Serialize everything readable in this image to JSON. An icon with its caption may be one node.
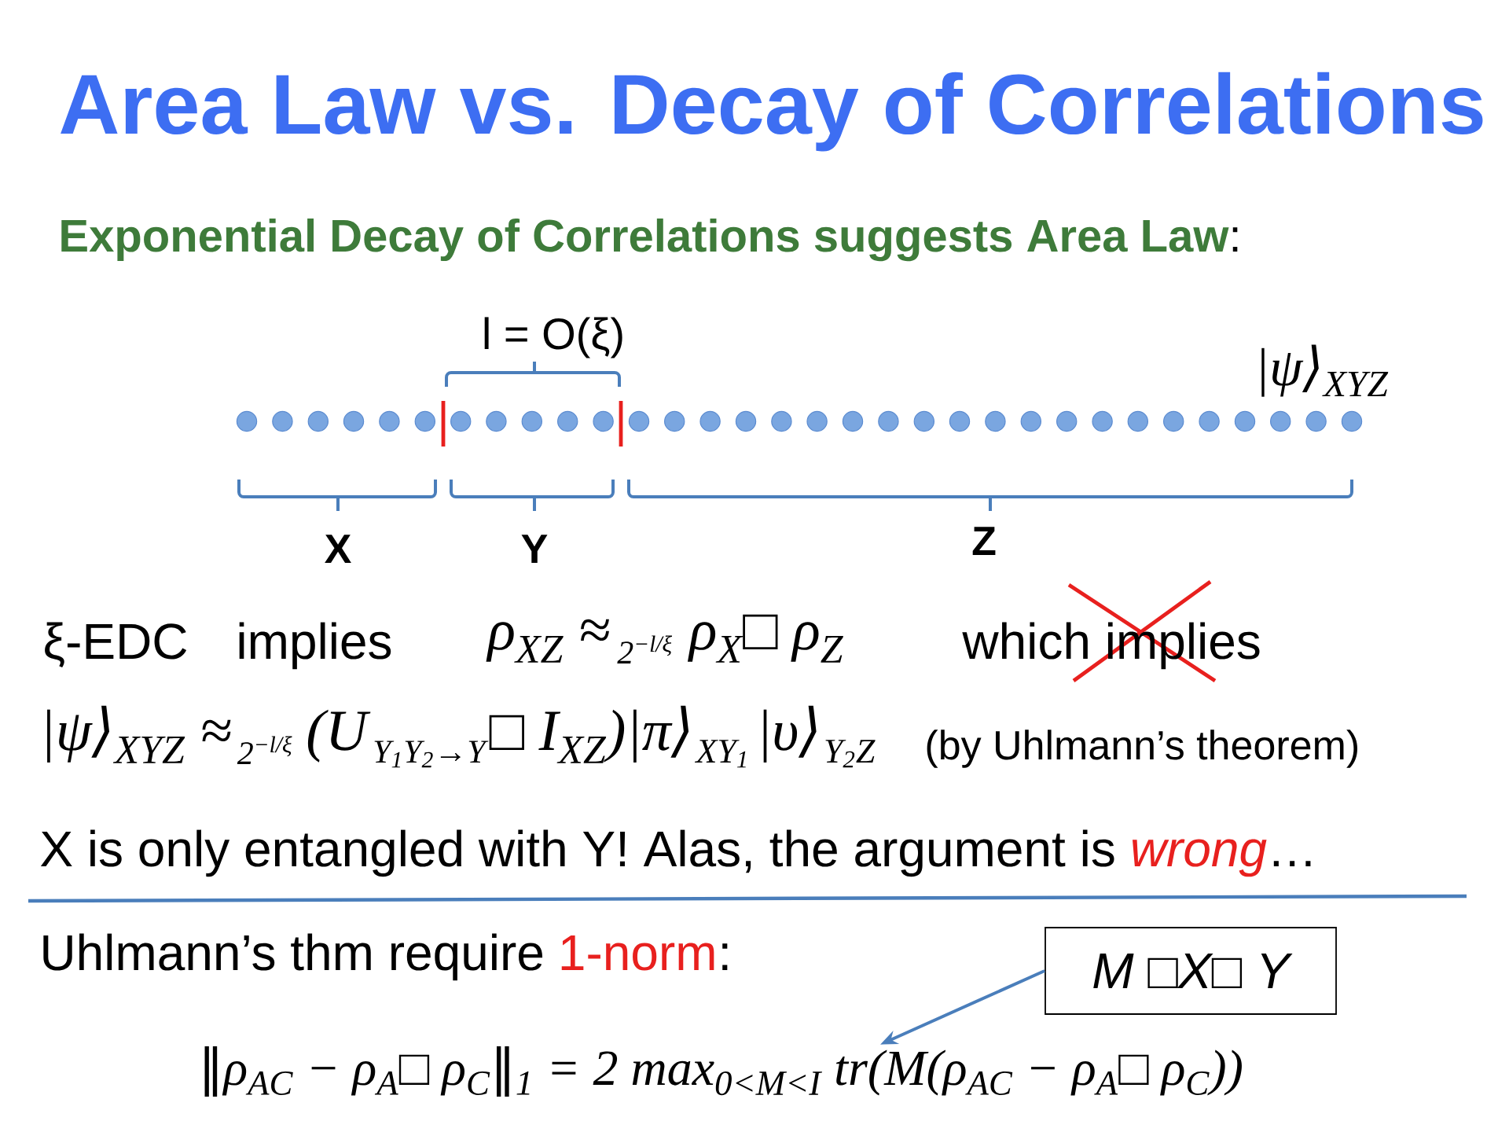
{
  "diagram": {
    "title": "Area Law vs. Decay of Correlations",
    "nodes": [
      {
        "text": [
          "M □X□ Y"
        ]
      },
      {
        "text": [
          "‖ρ$_{AC}$ − ρ$_{A}$□ ρ$_{C}$‖$_{1}$ = 2 max$_{0<M<I}$ tr(M(ρ$_{AC}$ − ρ$_{A}$□ ρ$_{C}$))"
        ]
      }
    ],
    "edges": [
      {
        "from": 0,
        "to": 1,
        "arrow": "to"
      }
    ],
    "labels": [
      "**Exponential Decay of Correlations suggests Area Law**:",
      "l = O(ξ)",
      "|ψ⟩$_{XYZ}$",
      "X",
      "Y",
      "Z",
      "ξ-EDC",
      "implies",
      "ρ$_{XZ}$ ≈",
      "2$^{−l/ξ}$",
      "ρ$_{X}$□ ρ$_{Z}$",
      "which implies",
      "|ψ⟩$_{XYZ}$ ≈",
      "2$^{−l/ξ}$",
      "(U",
      "Y$_{1}$Y$_{2}$→Y",
      "□ I$_{XZ}$)|π⟩",
      "XY$_{1}$",
      "|υ⟩",
      "Y$_{2}$Z",
      "(by Uhlmann’s theorem)",
      "X is only entangled with Y! Alas, the argument is *wrong*…",
      "Uhlmann’s thm require",
      "1-norm",
      ":"
    ]
  }
}
